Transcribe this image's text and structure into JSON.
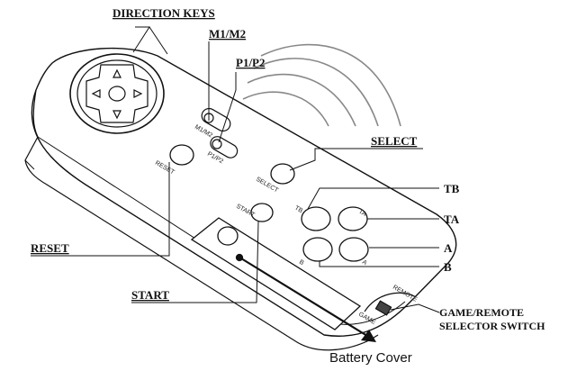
{
  "labels": {
    "direction_keys": "DIRECTION KEYS",
    "m1m2": "M1/M2",
    "p1p2": "P1/P2",
    "select": "SELECT",
    "tb": "TB",
    "ta": "TA",
    "a": "A",
    "b": "B",
    "reset": "RESET",
    "start": "START",
    "game_remote_line1": "GAME/REMOTE",
    "game_remote_line2": "SELECTOR SWITCH",
    "battery_cover": "Battery Cover"
  },
  "device_text": {
    "m1m2": "M1/M2",
    "p1p2": "P1/P2",
    "reset": "RESET",
    "select": "SELECT",
    "start": "START",
    "tb": "TB",
    "ta": "TA",
    "b": "B",
    "a": "A",
    "game": "GAME",
    "remote": "REMOTE"
  }
}
